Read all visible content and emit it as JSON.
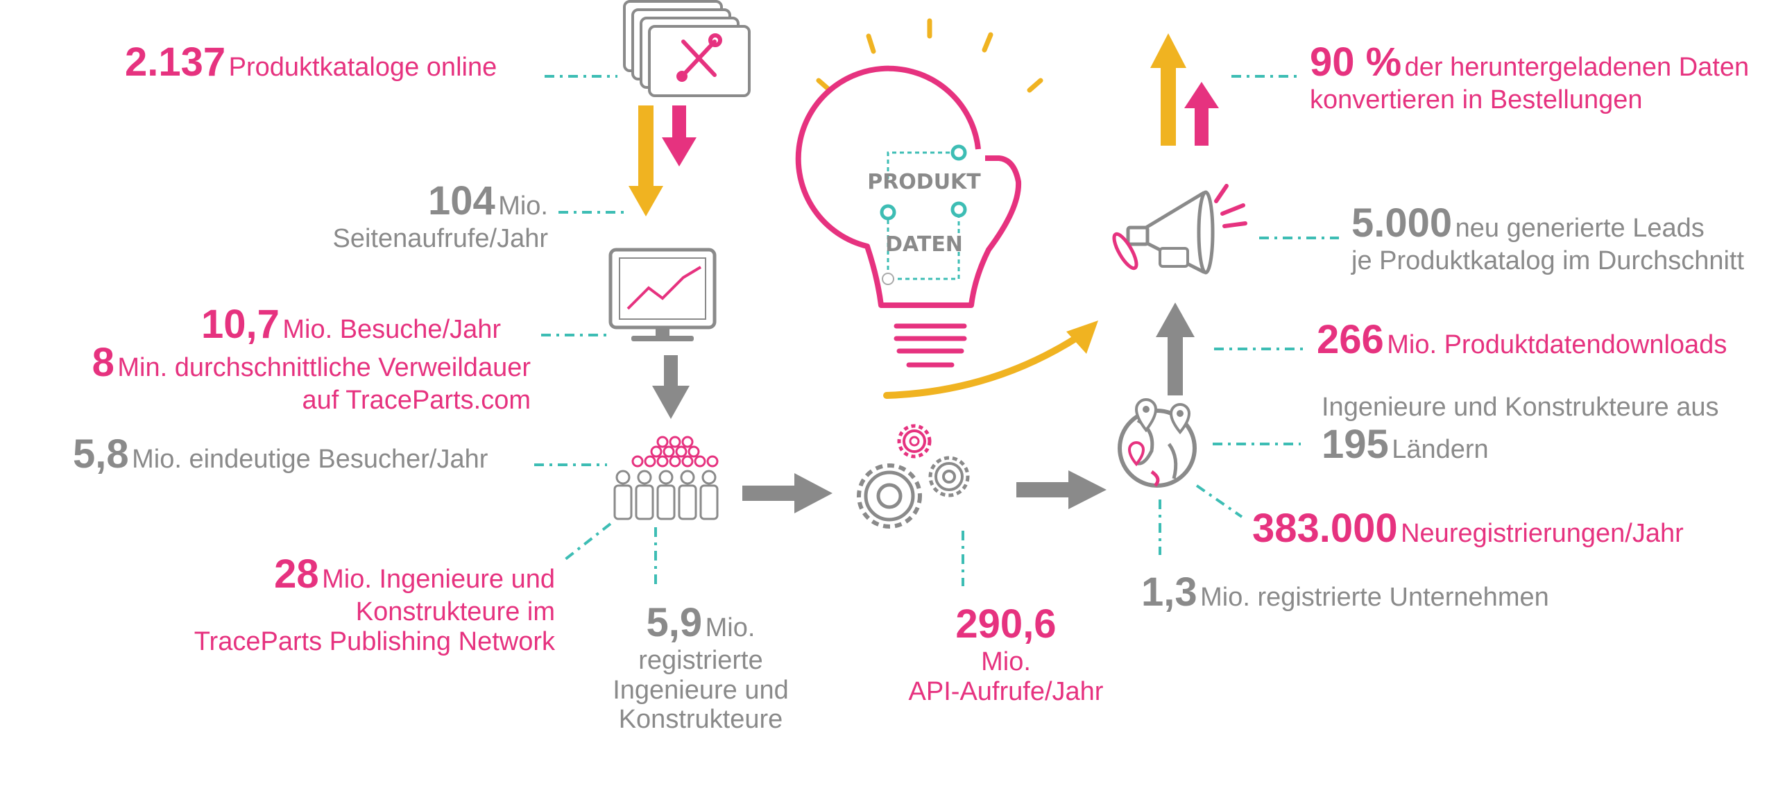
{
  "stats": {
    "catalogs": {
      "num": "2.137",
      "text": "Produktkataloge online"
    },
    "pageviews": {
      "num": "104",
      "unit": "Mio.",
      "text": "Seitenaufrufe/Jahr"
    },
    "visits": {
      "num": "10,7",
      "text": "Mio. Besuche/Jahr"
    },
    "dwell": {
      "num": "8",
      "text": "Min. durchschnittliche Verweildauer",
      "text2": "auf TraceParts.com"
    },
    "unique": {
      "num": "5,8",
      "text": "Mio. eindeutige Besucher/Jahr"
    },
    "network": {
      "num": "28",
      "text": "Mio. Ingenieure und",
      "text2": "Konstrukteure im",
      "text3": "TraceParts Publishing Network"
    },
    "registered": {
      "num": "5,9",
      "text": "Mio.",
      "text2": "registrierte",
      "text3": "Ingenieure und",
      "text4": "Konstrukteure"
    },
    "api": {
      "num": "290,6",
      "text": "Mio.",
      "text2": "API-Aufrufe/Jahr"
    },
    "conversion": {
      "num": "90 %",
      "text": "der heruntergeladenen Daten",
      "text2": "konvertieren in Bestellungen"
    },
    "leads": {
      "num": "5.000",
      "text": "neu generierte Leads",
      "text2": "je Produktkatalog im Durchschnitt"
    },
    "downloads": {
      "num": "266",
      "text": "Mio. Produktdatendownloads"
    },
    "countries": {
      "text": "Ingenieure und Konstrukteure aus",
      "num": "195",
      "text2": "Ländern"
    },
    "newreg": {
      "num": "383.000",
      "text": "Neuregistrierungen/Jahr"
    },
    "companies": {
      "num": "1,3",
      "text": "Mio. registrierte Unternehmen"
    }
  },
  "bulb_label": {
    "line1": "PRODUKT",
    "line2": "DATEN"
  },
  "colors": {
    "pink": "#e6327f",
    "gray": "#8a8a8a",
    "teal": "#3dbdb4",
    "gold": "#f0b321"
  },
  "icons": [
    "catalog-tools-icon",
    "monitor-chart-icon",
    "crowd-icon",
    "gears-icon",
    "globe-pins-icon",
    "megaphone-icon",
    "lightbulb-icon"
  ]
}
